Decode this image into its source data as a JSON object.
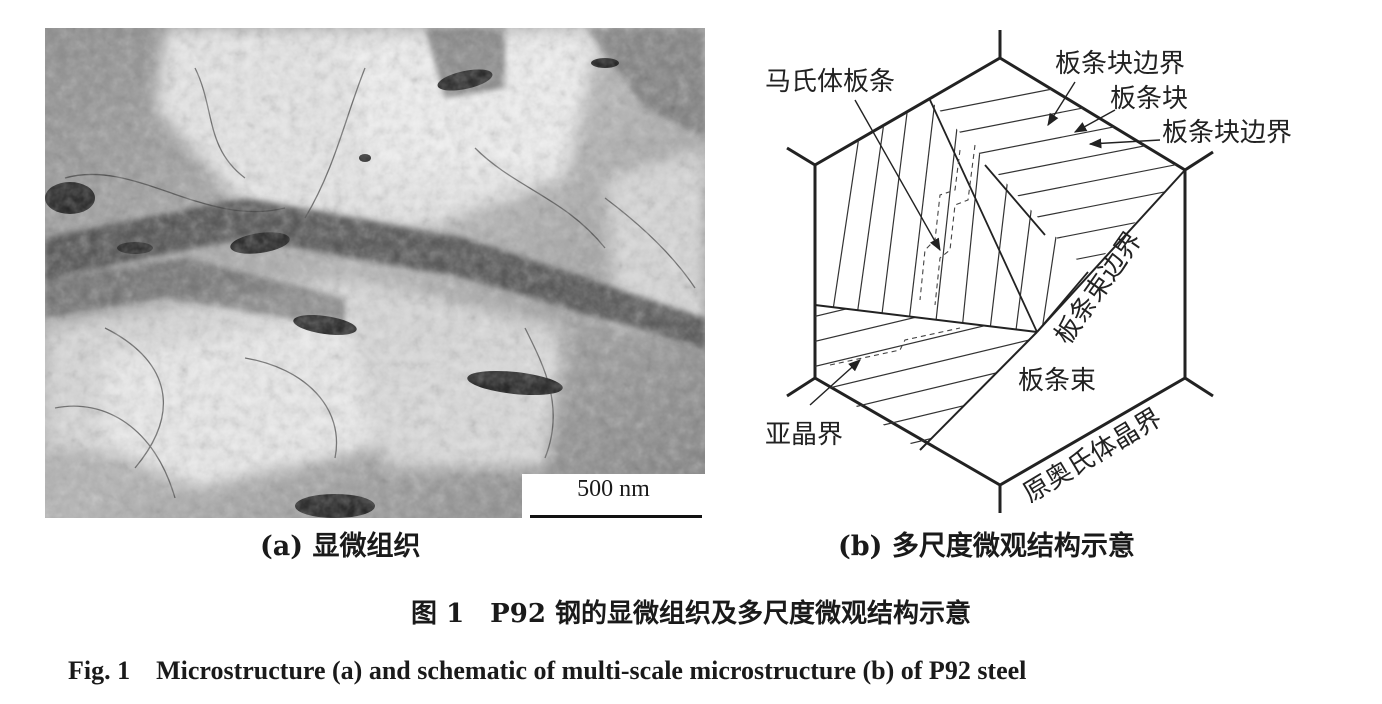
{
  "figure": {
    "panel_a": {
      "scale_bar": "500 nm",
      "caption": "(a) 显微组织"
    },
    "panel_b": {
      "caption": "(b) 多尺度微观结构示意",
      "labels": {
        "martensite_lath": "马氏体板条",
        "block_boundary_top": "板条块边界",
        "block": "板条块",
        "block_boundary_right": "板条块边界",
        "packet_boundary": "板条束边界",
        "packet": "板条束",
        "subgrain_boundary": "亚晶界",
        "pag_boundary": "原奥氏体晶界"
      }
    },
    "caption_cn": "图 1　P92 钢的显微组织及多尺度微观结构示意",
    "caption_en": "Fig. 1　Microstructure (a) and schematic of multi-scale microstructure (b) of P92 steel"
  }
}
